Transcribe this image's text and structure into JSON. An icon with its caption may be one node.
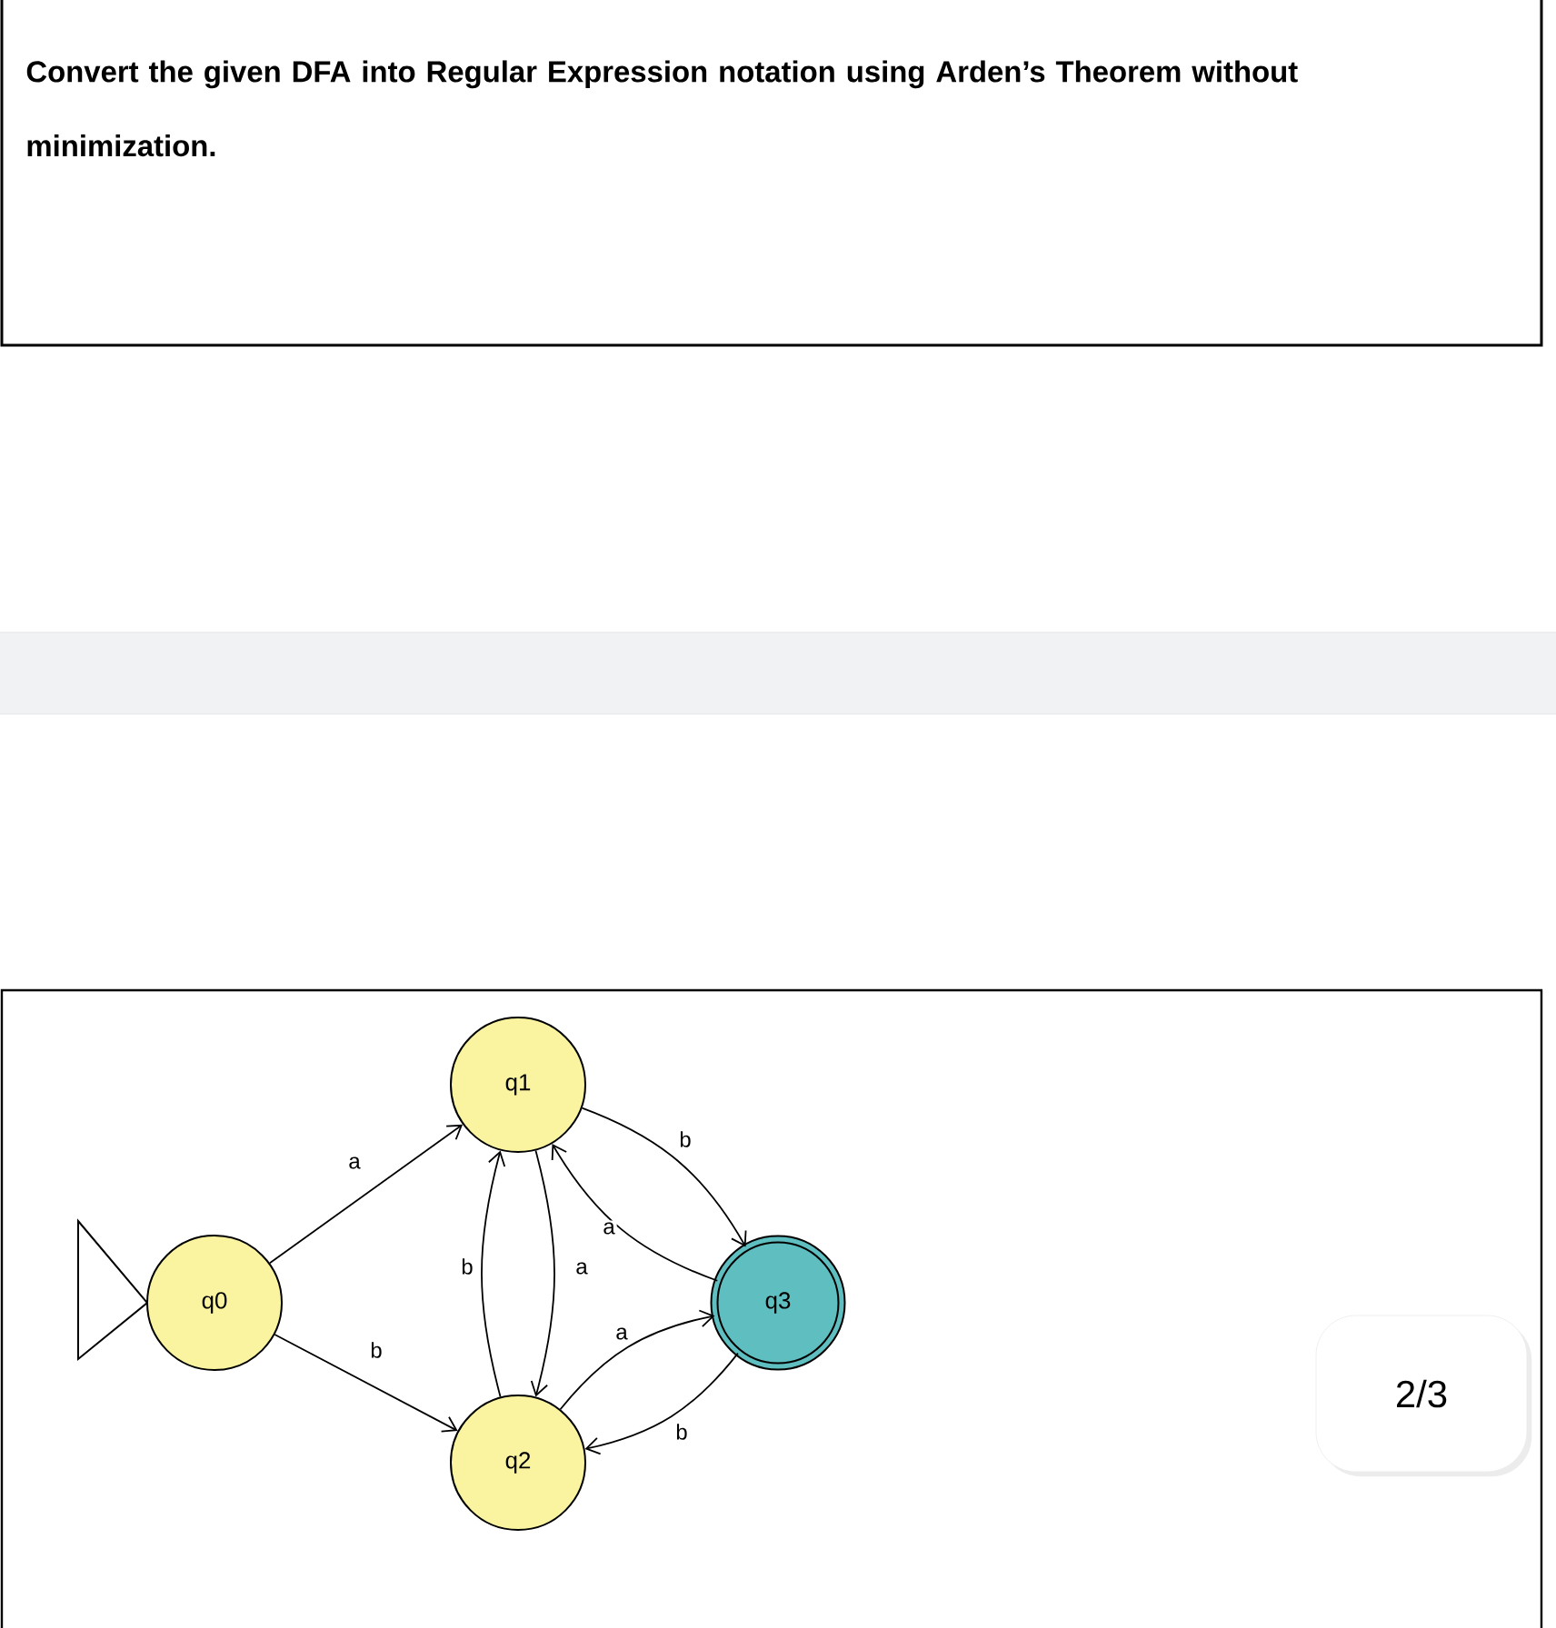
{
  "diagram": {
    "title": "Convert the given DFA into Regular Expression notation using Arden’s Theorem without minimization.",
    "nodes": [
      {
        "text": [
          "q0"
        ]
      },
      {
        "text": [
          "q1"
        ]
      },
      {
        "text": [
          "q2"
        ]
      },
      {
        "text": [
          "q3"
        ]
      }
    ],
    "edges": [
      {
        "from": 0,
        "to": 1,
        "arrow": "to",
        "label": "a"
      },
      {
        "from": 0,
        "to": 2,
        "arrow": "to",
        "label": "b"
      },
      {
        "from": 2,
        "to": 1,
        "arrow": "to",
        "label": "b"
      },
      {
        "from": 1,
        "to": 2,
        "arrow": "to",
        "label": "a"
      },
      {
        "from": 3,
        "to": 1,
        "arrow": "to",
        "label": "a"
      },
      {
        "from": 1,
        "to": 3,
        "arrow": "to",
        "label": "b"
      },
      {
        "from": 2,
        "to": 3,
        "arrow": "to",
        "label": "a"
      },
      {
        "from": 3,
        "to": 2,
        "arrow": "to",
        "label": "b"
      }
    ],
    "labels": [
      "2/3"
    ]
  }
}
